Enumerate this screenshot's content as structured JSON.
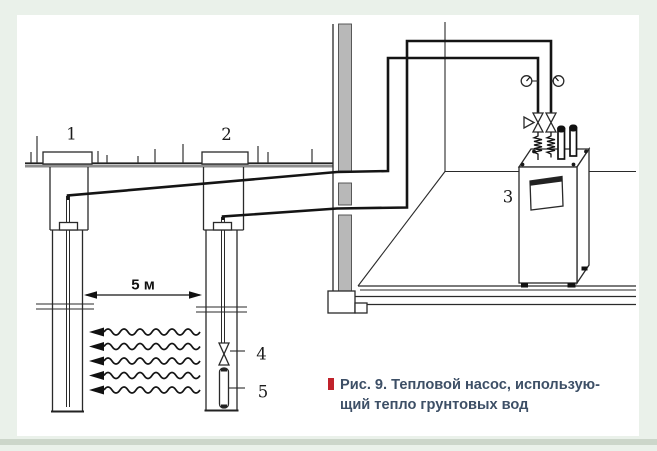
{
  "figure": {
    "caption": {
      "line1": "Рис. 9. Тепловой насос, использую-",
      "line2": "щий тепло грунтовых вод",
      "marker_style": "background:#c0222b"
    },
    "labels": {
      "well1": "1",
      "well2": "2",
      "heat_pump": "3",
      "borehole_valve": "4",
      "borehole_filter": "5"
    },
    "dimension_text": "5 м",
    "colors": {
      "accent_red": "#c0222b",
      "caption_text": "#3d4f66",
      "page_background": "#eaf1ea",
      "wall_fill": "#b8b8b8"
    }
  }
}
